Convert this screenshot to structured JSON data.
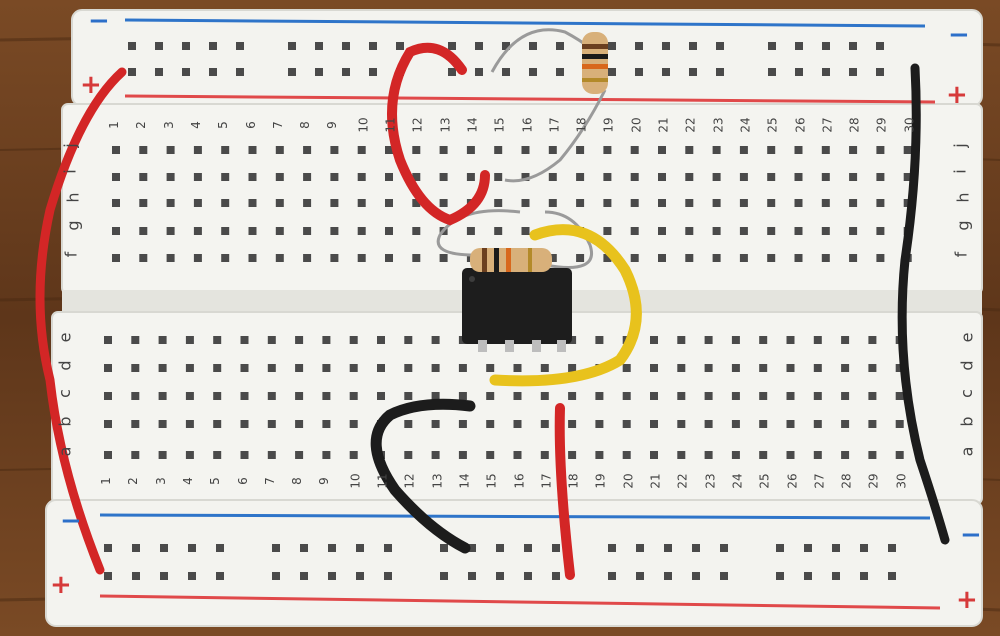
{
  "power_rail_symbols": {
    "minus": "−",
    "plus": "+"
  },
  "column_numbers": [
    "1",
    "2",
    "3",
    "4",
    "5",
    "6",
    "7",
    "8",
    "9",
    "10",
    "11",
    "12",
    "13",
    "14",
    "15",
    "16",
    "17",
    "18",
    "19",
    "20",
    "21",
    "22",
    "23",
    "24",
    "25",
    "26",
    "27",
    "28",
    "29",
    "30"
  ],
  "top_block_rows": [
    "f",
    "g",
    "h",
    "i",
    "j"
  ],
  "bottom_block_rows": [
    "a",
    "b",
    "c",
    "d",
    "e"
  ],
  "colors": {
    "board": "#f3f3ef",
    "hole": "#4a4a4a",
    "rail_red": "#e0494a",
    "rail_blue": "#2e74c9",
    "wire_red": "#d32626",
    "wire_black": "#1c1c1c",
    "wire_yellow": "#e8c21d",
    "chip": "#1d1d1d",
    "resistor_body": "#d8b07a",
    "wood": "#6b3f1f"
  },
  "components": [
    {
      "name": "ic-chip",
      "pins": 8
    },
    {
      "name": "resistor-top",
      "bands": [
        "brown",
        "black",
        "orange",
        "gold"
      ]
    },
    {
      "name": "resistor-middle",
      "bands": [
        "brown",
        "black",
        "orange",
        "gold"
      ]
    },
    {
      "name": "wire-red-left",
      "color": "red"
    },
    {
      "name": "wire-red-top",
      "color": "red"
    },
    {
      "name": "wire-red-bottom",
      "color": "red"
    },
    {
      "name": "wire-black-right",
      "color": "black"
    },
    {
      "name": "wire-black-bottom",
      "color": "black"
    },
    {
      "name": "wire-yellow",
      "color": "yellow"
    }
  ]
}
